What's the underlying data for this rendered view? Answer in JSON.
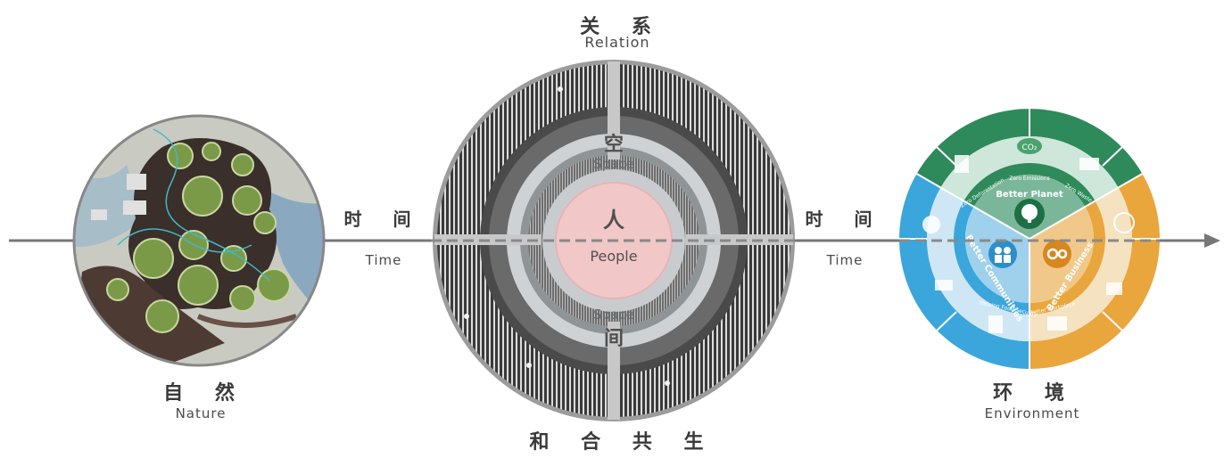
{
  "top": {
    "cn": "关 系",
    "en": "Relation"
  },
  "bottom": {
    "cn": "和 合 共 生"
  },
  "left": {
    "cn": "自 然",
    "en": "Nature"
  },
  "right": {
    "cn": "环 境",
    "en": "Environment"
  },
  "time_left": {
    "cn": "时 间",
    "en": "Time"
  },
  "time_right": {
    "cn": "时 间",
    "en": "Time"
  },
  "center": {
    "space_top_cn": "空",
    "space_top_en": "Space",
    "people_cn": "人",
    "people_en": "People",
    "space_bottom_en": "Space",
    "space_bottom_cn": "间"
  },
  "wheel": {
    "planet": "Better Planet",
    "communities": "Better Communities",
    "business": "Better Business",
    "co2": "CO₂",
    "arc_labels": [
      "Zero Deforestation",
      "Zero Emissions",
      "Zero Waste",
      "Helping Food Security",
      "Better Workplace"
    ]
  },
  "colors": {
    "green_dark": "#2e8a5a",
    "green_light": "#cfe6da",
    "blue": "#3aa6dc",
    "blue_light": "#cfe7f4",
    "orange": "#e9a63d",
    "orange_light": "#f5e2c0",
    "arrow": "#777777"
  }
}
